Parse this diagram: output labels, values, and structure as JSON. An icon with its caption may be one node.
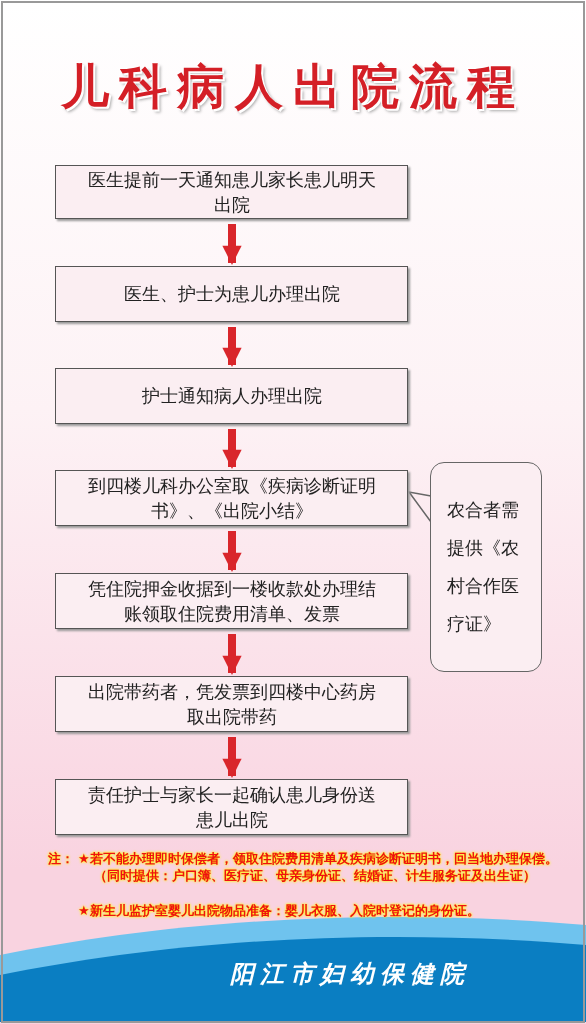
{
  "diagram": {
    "title": "儿科病人出院流程",
    "nodes": [
      {
        "text": [
          "医生提前一天通知患儿家长患儿明天出院"
        ]
      },
      {
        "text": [
          "医生、护士为患儿办理出院"
        ]
      },
      {
        "text": [
          "护士通知病人办理出院"
        ]
      },
      {
        "text": [
          "到四楼儿科办公室取《疾病诊断证明书》、《出院小结》"
        ]
      },
      {
        "text": [
          "凭住院押金收据到一楼收款处办理结账领取住院费用清单、发票"
        ]
      },
      {
        "text": [
          "出院带药者，凭发票到四楼中心药房取出院带药"
        ]
      },
      {
        "text": [
          "责任护士与家长一起确认患儿身份送患儿出院"
        ]
      },
      {
        "text": [
          "农合者需提供《农村合作医疗证》"
        ]
      }
    ],
    "edges": [
      {
        "from": 0,
        "to": 1,
        "arrow": "to"
      },
      {
        "from": 1,
        "to": 2,
        "arrow": "to"
      },
      {
        "from": 2,
        "to": 3,
        "arrow": "to"
      },
      {
        "from": 3,
        "to": 4,
        "arrow": "to"
      },
      {
        "from": 4,
        "to": 5,
        "arrow": "to"
      },
      {
        "from": 5,
        "to": 6,
        "arrow": "to"
      },
      {
        "from": 7,
        "to": 3,
        "arrow": "none",
        "color": "#666666"
      }
    ],
    "labels": [
      "注：",
      "★若不能办理即时保偿者，领取住院费用清单及疾病诊断证明书，回当地办理保偿。（同时提供：户口簿、医疗证、母亲身份证、结婚证、计生服务证及出生证）",
      "★新生儿监护室婴儿出院物品准备：婴儿衣服、入院时登记的身份证。",
      "阳江市妇幼保健院"
    ]
  }
}
